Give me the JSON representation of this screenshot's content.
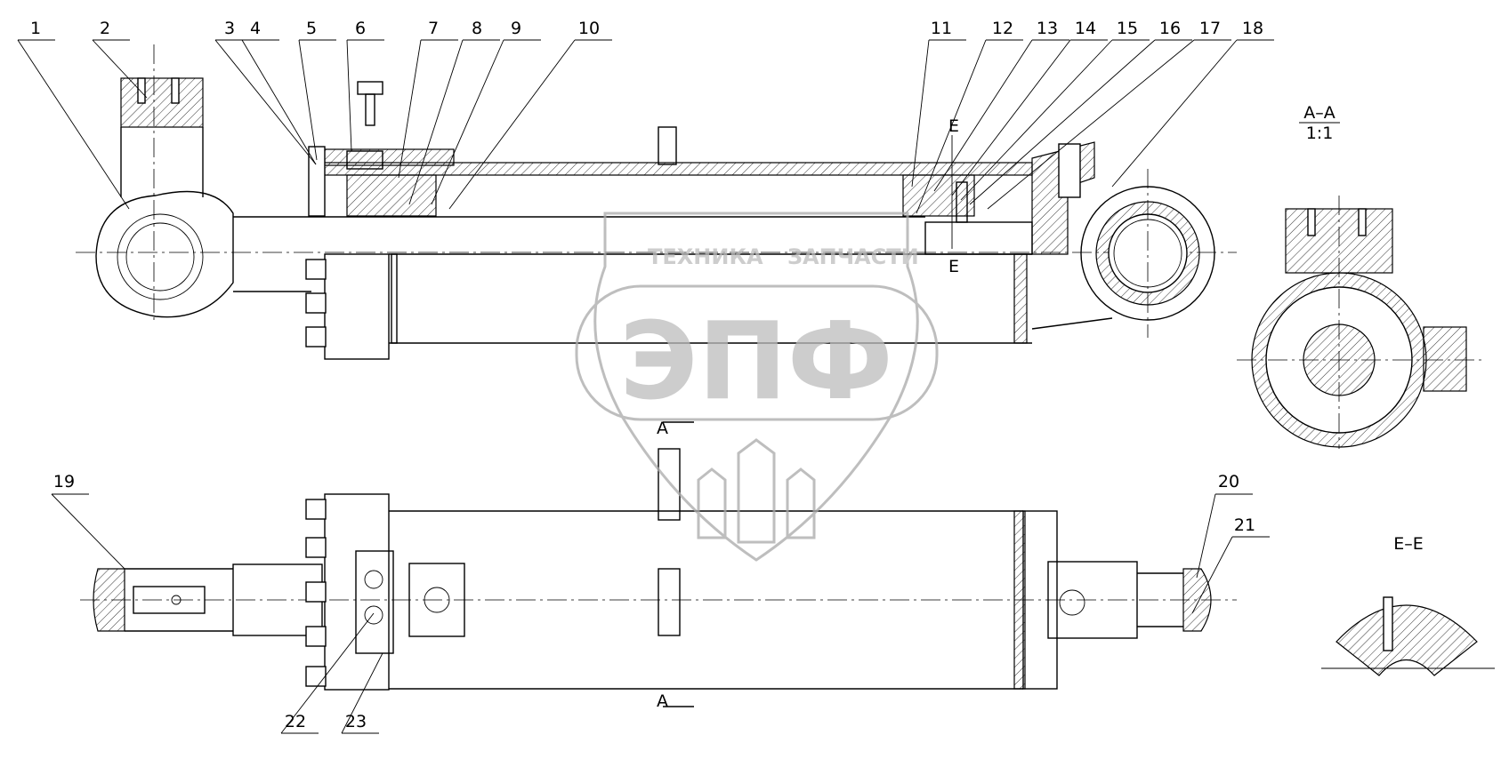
{
  "callouts": [
    "1",
    "2",
    "3",
    "4",
    "5",
    "6",
    "7",
    "8",
    "9",
    "10",
    "11",
    "12",
    "13",
    "14",
    "15",
    "16",
    "17",
    "18",
    "19",
    "20",
    "21",
    "22",
    "23"
  ],
  "section_labels": {
    "aa_title": "А–А",
    "aa_scale": "1:1",
    "ee_title": "Е–Е",
    "a_mark": "А",
    "e_mark": "Е"
  },
  "watermark": {
    "line1": "ТЕХНИКА",
    "line2": "ЗАПЧАСТИ",
    "logo": "ЭПФ"
  },
  "colors": {
    "line": "#000000",
    "watermark": "#b0b0b0",
    "background": "#ffffff"
  }
}
